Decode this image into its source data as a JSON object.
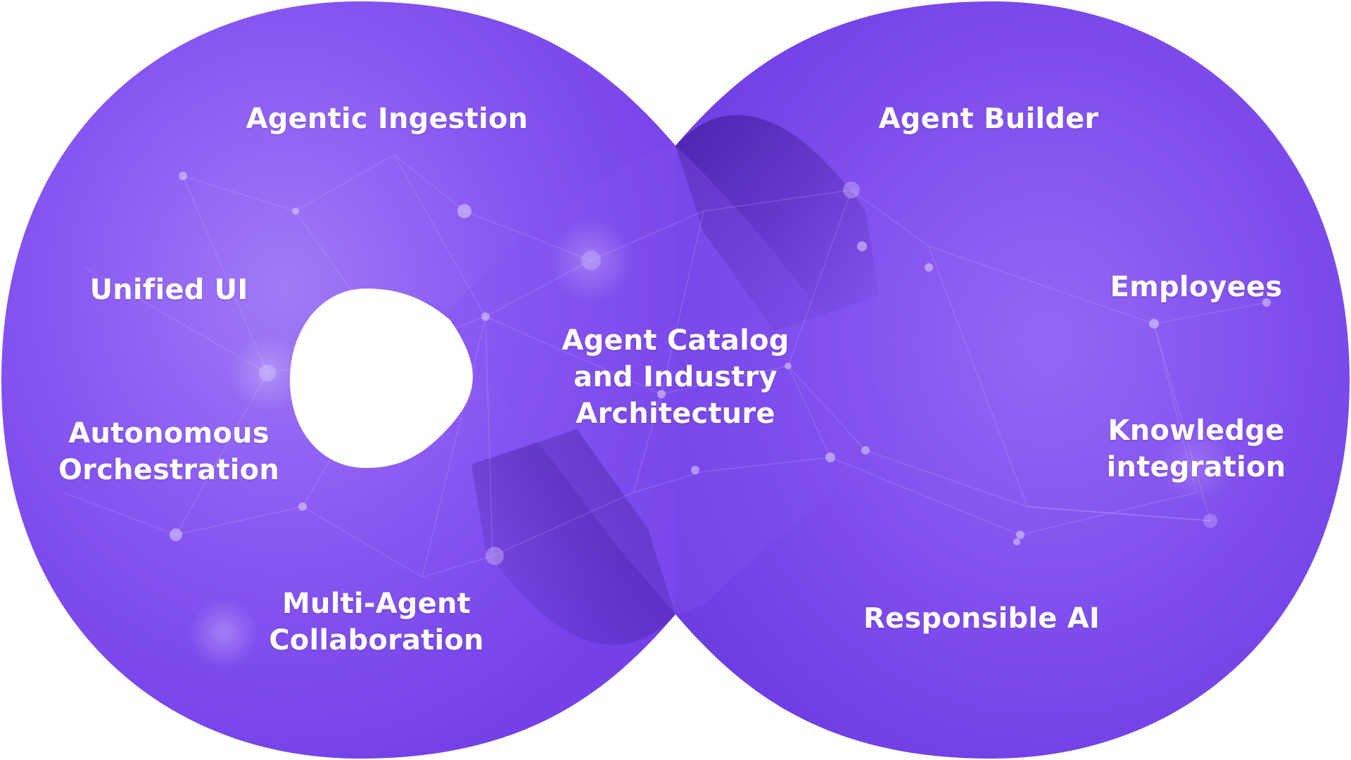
{
  "colors": {
    "primary": "#7c4bf0",
    "light": "#9a6cf5",
    "dark": "#4f27b8",
    "deep": "#3c1c95",
    "text": "#ffffff",
    "hole": "#ffffff"
  },
  "labels": {
    "agentic_ingestion": "Agentic Ingestion",
    "unified_ui": "Unified UI",
    "autonomous_orchestration_line1": "Autonomous",
    "autonomous_orchestration_line2": "Orchestration",
    "multi_agent_line1": "Multi-Agent",
    "multi_agent_line2": "Collaboration",
    "agent_catalog_line1": "Agent Catalog",
    "agent_catalog_line2": "and Industry",
    "agent_catalog_line3": "Architecture",
    "agent_builder": "Agent Builder",
    "employees": "Employees",
    "knowledge_line1": "Knowledge",
    "knowledge_line2": "integration",
    "responsible_ai": "Responsible AI"
  }
}
